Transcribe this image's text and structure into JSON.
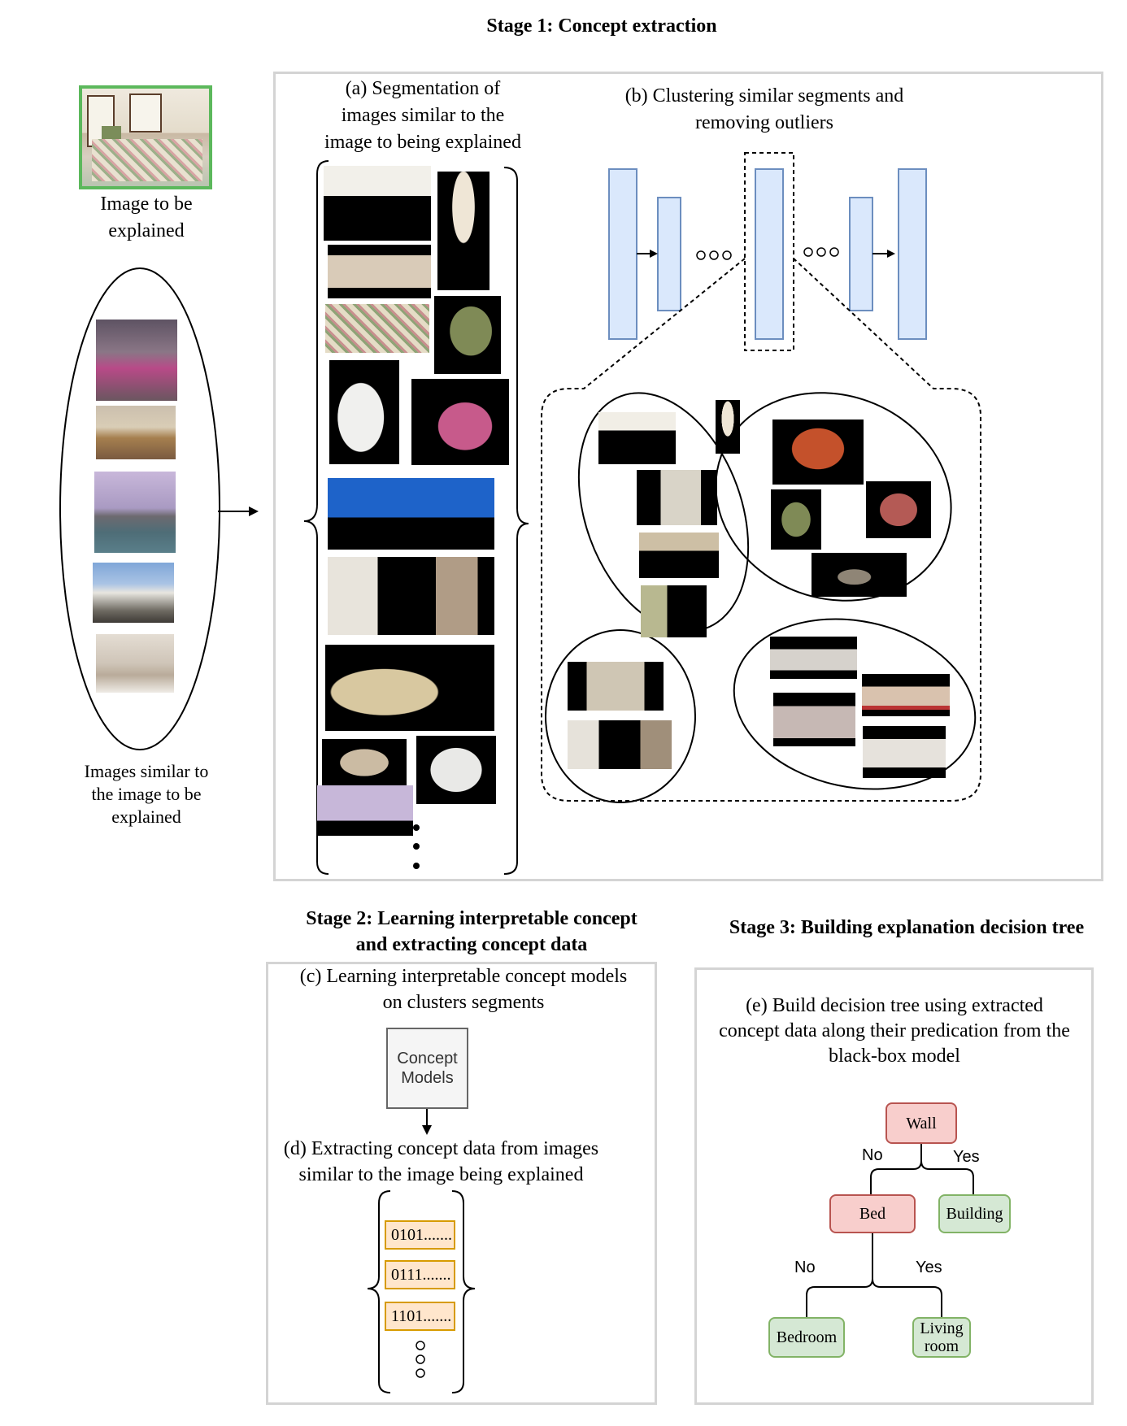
{
  "stage1": {
    "title": "Stage 1: Concept extraction",
    "image_caption_line1": "Image to be",
    "image_caption_line2": "explained",
    "similar_caption_line1": "Images similar to",
    "similar_caption_line2": "the image to be",
    "similar_caption_line3": "explained",
    "panel_a_line1": "(a) Segmentation of",
    "panel_a_line2": "images similar to the",
    "panel_a_line3": "image to being explained",
    "panel_b_line1": "(b) Clustering similar segments and",
    "panel_b_line2": "removing outliers",
    "ellipsis_small": "ooo"
  },
  "stage2": {
    "title_line1": "Stage 2: Learning interpretable concept",
    "title_line2": "and extracting concept data",
    "panel_c_line1": "(c)  Learning interpretable concept models",
    "panel_c_line2": "on clusters segments",
    "concept_box_line1": "Concept",
    "concept_box_line2": "Models",
    "panel_d_line1": "(d) Extracting concept data from images",
    "panel_d_line2": "similar to the image being explained",
    "bitstrings": [
      "0101.......",
      "0111.......",
      "1101......."
    ]
  },
  "stage3": {
    "title": "Stage 3: Building explanation decision tree",
    "panel_e_line1": "(e) Build decision tree using extracted",
    "panel_e_line2": "concept data along their predication from the",
    "panel_e_line3": "black-box model",
    "tree": {
      "root": "Wall",
      "root_no": "No",
      "root_yes": "Yes",
      "bed": "Bed",
      "building": "Building",
      "bed_no": "No",
      "bed_yes": "Yes",
      "bedroom": "Bedroom",
      "living_line1": "Living",
      "living_line2": "room"
    }
  },
  "colors": {
    "layer_fill": "#dae8fc",
    "layer_stroke": "#6c8ebf",
    "tree_red_fill": "#f8cecc",
    "tree_green_fill": "#d5e8d4",
    "bits_fill": "#ffe6cc",
    "image_border": "#5cb85c"
  }
}
